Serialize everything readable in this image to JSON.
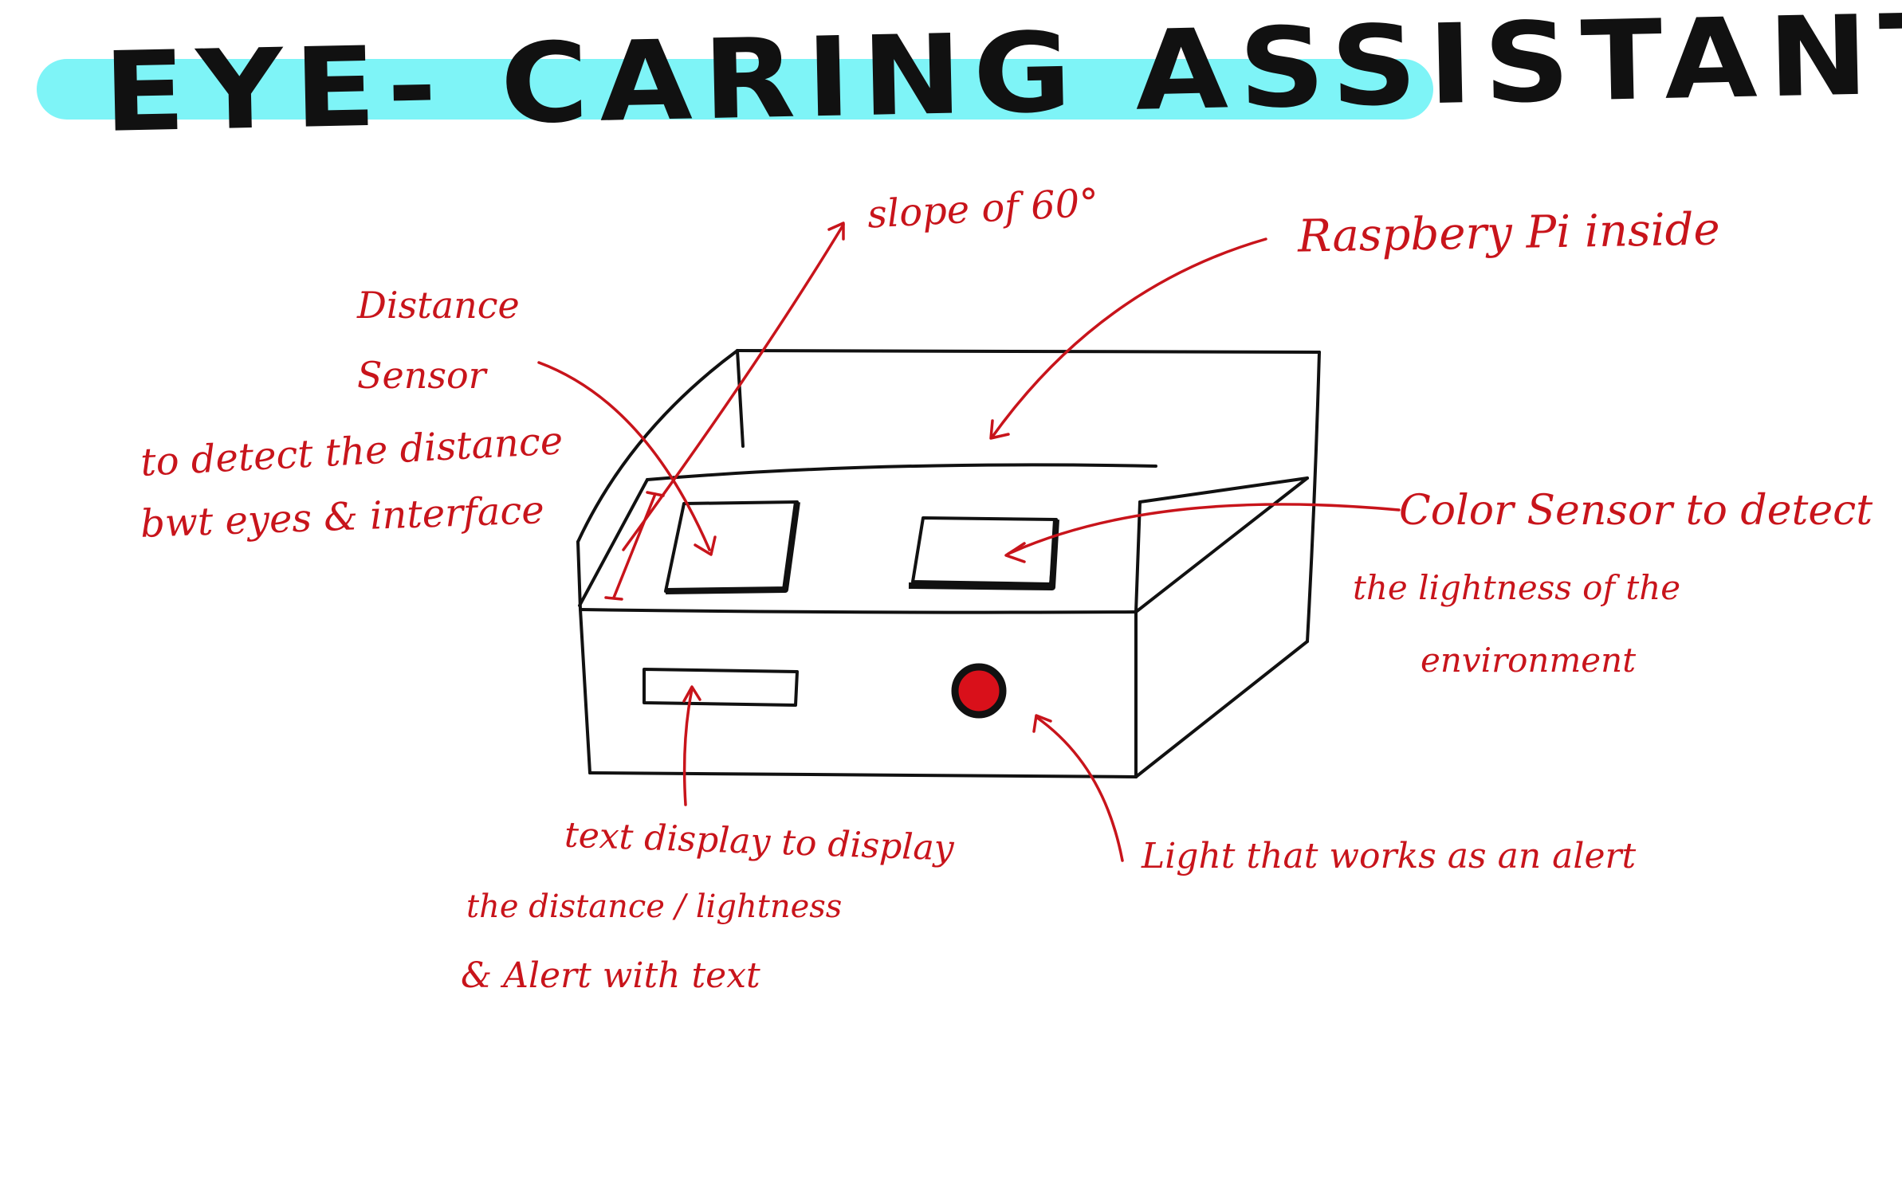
{
  "title": "EYE- CARING ASSISTANT",
  "annotations": {
    "slope": "slope of 60°",
    "raspberry_pi": "Raspbery Pi inside",
    "distance_sensor_name_1": "Distance",
    "distance_sensor_name_2": "Sensor",
    "distance_sensor_desc_1": "to detect the distance",
    "distance_sensor_desc_2": "bwt eyes & interface",
    "color_sensor_1": "Color Sensor to detect",
    "color_sensor_2": "the lightness of the",
    "color_sensor_3": "environment",
    "text_display_1": "text display to display",
    "text_display_2": "the distance / lightness",
    "text_display_3": "& Alert with text",
    "light_alert": "Light that works as an alert"
  },
  "colors": {
    "ink": "#111111",
    "annotation": "#c8141b",
    "highlight": "#7ef4f7",
    "alert_light": "#d9101a"
  }
}
